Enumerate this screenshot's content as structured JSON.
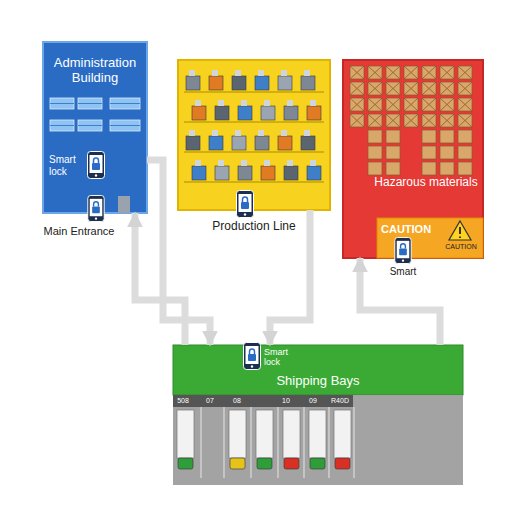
{
  "diagram": {
    "nodes": [
      {
        "text": [
          "Administration Building",
          "Smart lock",
          "Main Entrance"
        ]
      },
      {
        "text": [
          "Production Line"
        ]
      },
      {
        "text": [
          "Hazarous materials",
          "Smart"
        ]
      },
      {
        "text": [
          "CAUTION",
          "CAUTION"
        ],
        "in": 2
      },
      {
        "text": [
          "Smart lock",
          "Shipping Bays"
        ]
      }
    ],
    "edges": [
      {
        "from": 4,
        "to": 0,
        "arrow": "to"
      },
      {
        "from": 0,
        "to": 4,
        "arrow": "to"
      },
      {
        "from": 1,
        "to": 4,
        "arrow": "to"
      },
      {
        "from": 4,
        "to": 2,
        "arrow": "to"
      }
    ],
    "labels": [
      "508",
      "07",
      "08",
      "10",
      "09",
      "R40D"
    ]
  }
}
